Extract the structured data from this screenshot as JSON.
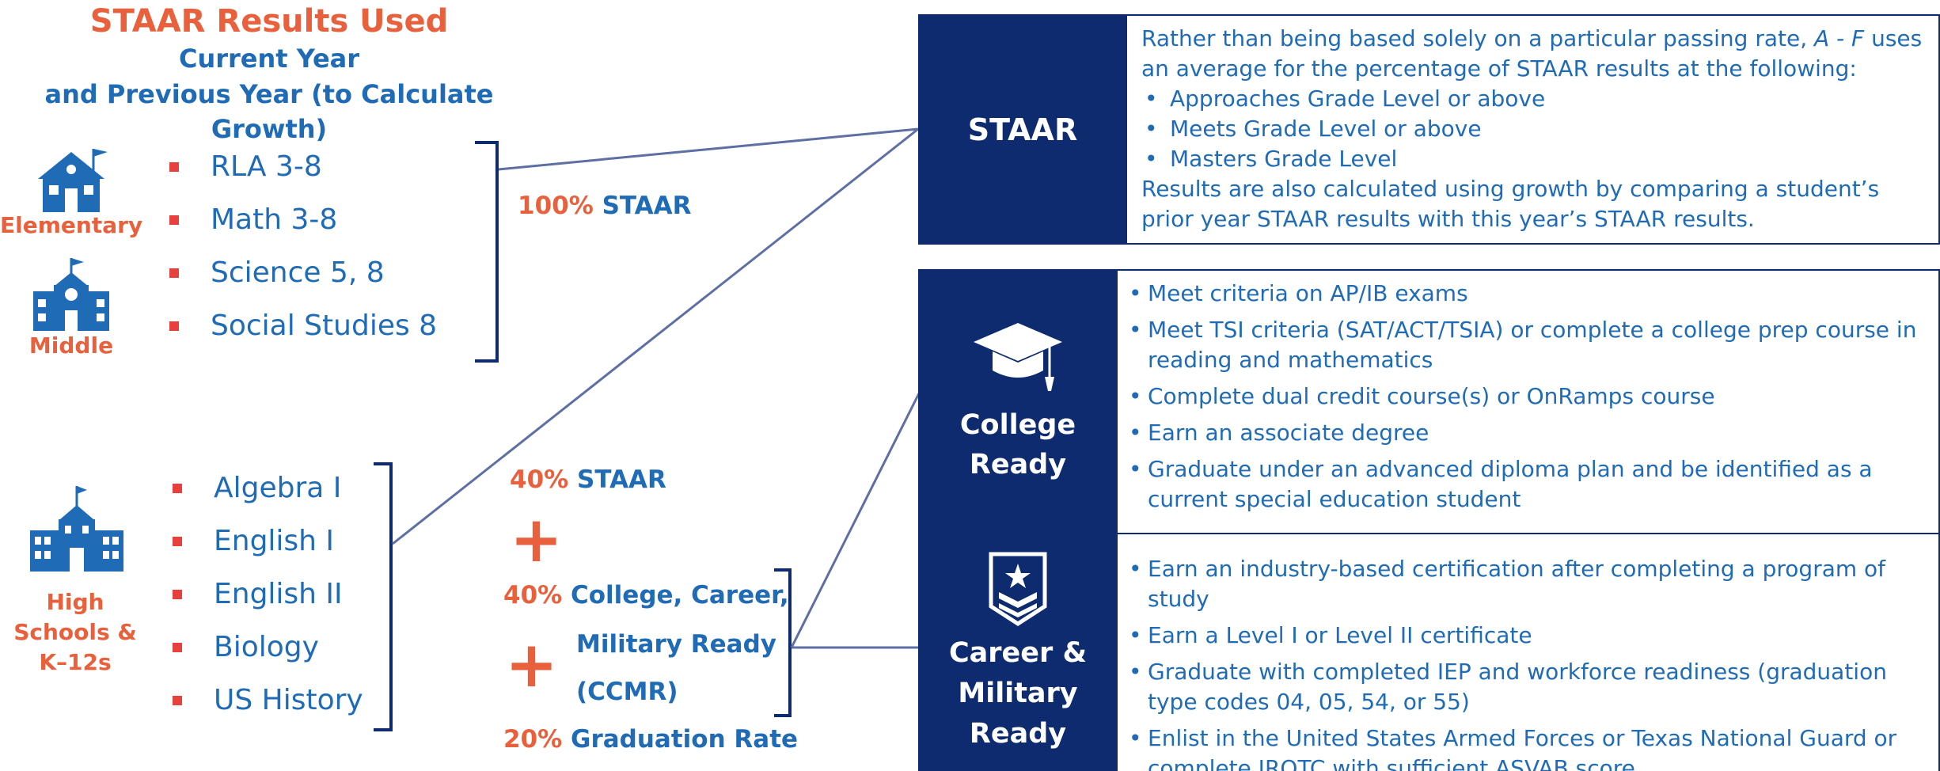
{
  "header": {
    "title": "STAAR Results Used",
    "subtitle_line1": "Current Year",
    "subtitle_line2": "and Previous Year (to Calculate Growth)"
  },
  "elementary_middle": {
    "elementary_label": "Elementary",
    "middle_label": "Middle",
    "subjects": [
      "RLA 3-8",
      "Math 3-8",
      "Science 5, 8",
      "Social Studies 8"
    ],
    "weight_pct": "100%",
    "weight_label": "STAAR"
  },
  "high_school": {
    "label_line1": "High",
    "label_line2": "Schools &",
    "label_line3": "K–12s",
    "subjects": [
      "Algebra I",
      "English I",
      "English II",
      "Biology",
      "US History"
    ],
    "components": {
      "staar_pct": "40%",
      "staar_label": "STAAR",
      "ccmr_pct": "40%",
      "ccmr_label_line1": "College, Career,",
      "ccmr_label_line2": "Military Ready",
      "ccmr_label_line3": "(CCMR)",
      "grad_pct": "20%",
      "grad_label": "Graduation Rate"
    },
    "plus_symbol": "+"
  },
  "staar_box": {
    "label": "STAAR",
    "intro_before_italic": "Rather than being based solely on a particular passing rate, ",
    "intro_italic": "A - F",
    "intro_after_italic": " uses an average for the percentage of STAAR results at the following:",
    "items": [
      "Approaches Grade Level or above",
      "Meets Grade Level or above",
      "Masters Grade Level"
    ],
    "outro": "Results are also calculated using growth by comparing a student’s prior year STAAR results with this year’s STAAR results."
  },
  "college_box": {
    "label_line1": "College",
    "label_line2": "Ready",
    "icon": "graduation-cap-icon",
    "items": [
      "Meet criteria on AP/IB exams",
      "Meet TSI criteria (SAT/ACT/TSIA) or complete a college prep course in reading and mathematics",
      "Complete dual credit course(s) or OnRamps course",
      "Earn an associate degree",
      "Graduate under an advanced diploma plan and be identified as a current special education student"
    ]
  },
  "career_box": {
    "label_line1": "Career &",
    "label_line2": "Military",
    "label_line3": "Ready",
    "icon": "military-badge-icon",
    "items": [
      "Earn an industry-based certification after completing a program of study",
      "Earn a Level I or Level II certificate",
      "Graduate with completed IEP and workforce readiness (graduation type codes 04, 05, 54, or 55)",
      "Enlist in the United States Armed Forces or Texas National Guard or complete JROTC with sufficient ASVAB score"
    ]
  },
  "colors": {
    "orange": "#E8603C",
    "blue": "#1F6BB5",
    "navy": "#0F2B6F"
  }
}
